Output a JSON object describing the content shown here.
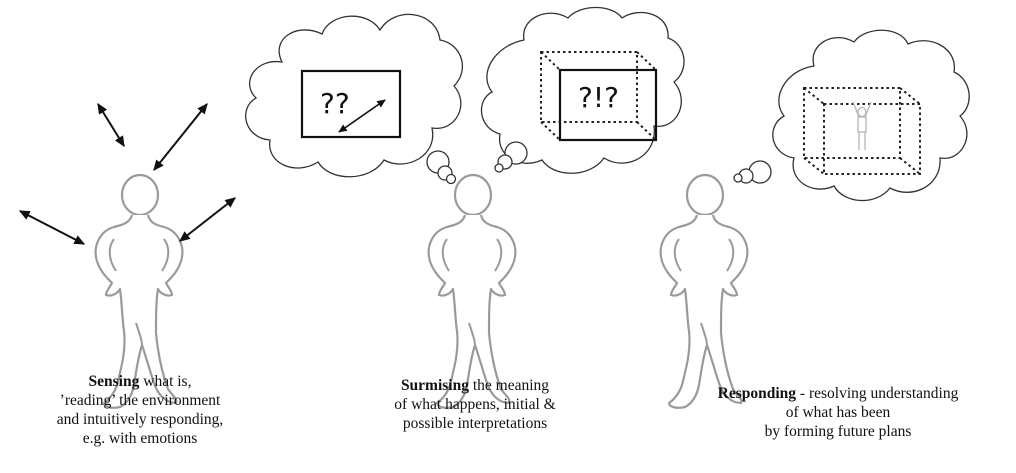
{
  "stages": [
    {
      "id": "sensing",
      "bubble_text": "",
      "caption": {
        "keyword": "Sensing",
        "lines": [
          " what is,",
          "’reading’ the environment",
          "and intuitively responding,",
          "e.g. with emotions"
        ]
      }
    },
    {
      "id": "surmising",
      "bubble_text": "??",
      "caption": {
        "keyword": "Surmising",
        "lines": [
          " the meaning",
          "of what happens, initial &",
          "possible interpretations"
        ]
      }
    },
    {
      "id": "responding",
      "bubble_text": "?!?",
      "caption": {
        "keyword": "Responding",
        "lines": [
          " - resolving understanding",
          "of what has been",
          "by forming future plans"
        ]
      }
    }
  ],
  "colors": {
    "figure_stroke": "#9a9a9a",
    "line": "#111111",
    "dotted": "#222222"
  }
}
